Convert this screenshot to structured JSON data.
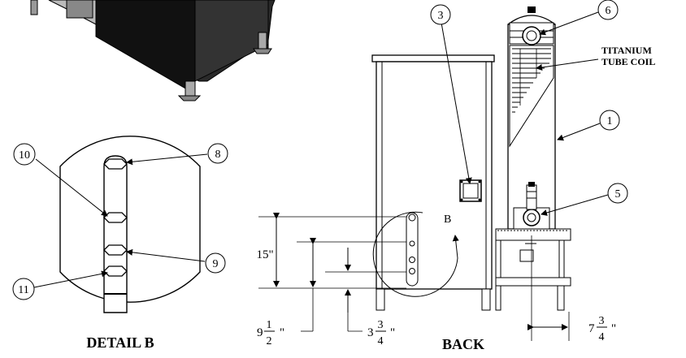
{
  "callouts": {
    "c1": "1",
    "c3": "3",
    "c5": "5",
    "c6": "6",
    "c8": "8",
    "c9": "9",
    "c10": "10",
    "c11": "11",
    "detail_marker": "B"
  },
  "annotation": {
    "line1": "TITANIUM",
    "line2": "TUBE COIL"
  },
  "dimensions": {
    "d15": "15\"",
    "d9_whole": "9",
    "d9_num": "1",
    "d9_den": "2",
    "d9_unit": "\"",
    "d3_whole": "3",
    "d3_num": "3",
    "d3_den": "4",
    "d3_unit": "\"",
    "d7_whole": "7",
    "d7_num": "3",
    "d7_den": "4",
    "d7_unit": "\""
  },
  "titles": {
    "detail": "DETAIL B",
    "back": "BACK"
  }
}
